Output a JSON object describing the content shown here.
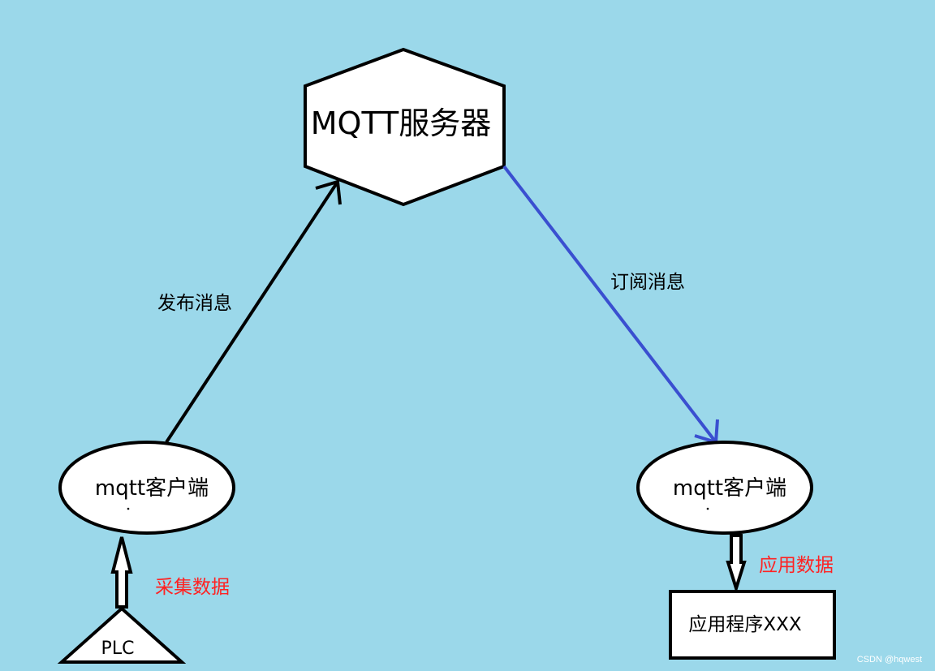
{
  "background": "#9bd8ea",
  "nodes": {
    "server": {
      "label": "MQTT服务器"
    },
    "client_left": {
      "label": "mqtt客户端"
    },
    "client_right": {
      "label": "mqtt客户端"
    },
    "plc": {
      "label": "PLC"
    },
    "app": {
      "label": "应用程序XXX"
    }
  },
  "edges": {
    "publish": {
      "label": "发布消息",
      "color": "#000000"
    },
    "subscribe": {
      "label": "订阅消息",
      "color": "#3a4fd0"
    },
    "collect": {
      "label": "采集数据",
      "color": "#ff2222"
    },
    "apply": {
      "label": "应用数据",
      "color": "#ff2222"
    }
  },
  "watermark": "CSDN @hqwest"
}
